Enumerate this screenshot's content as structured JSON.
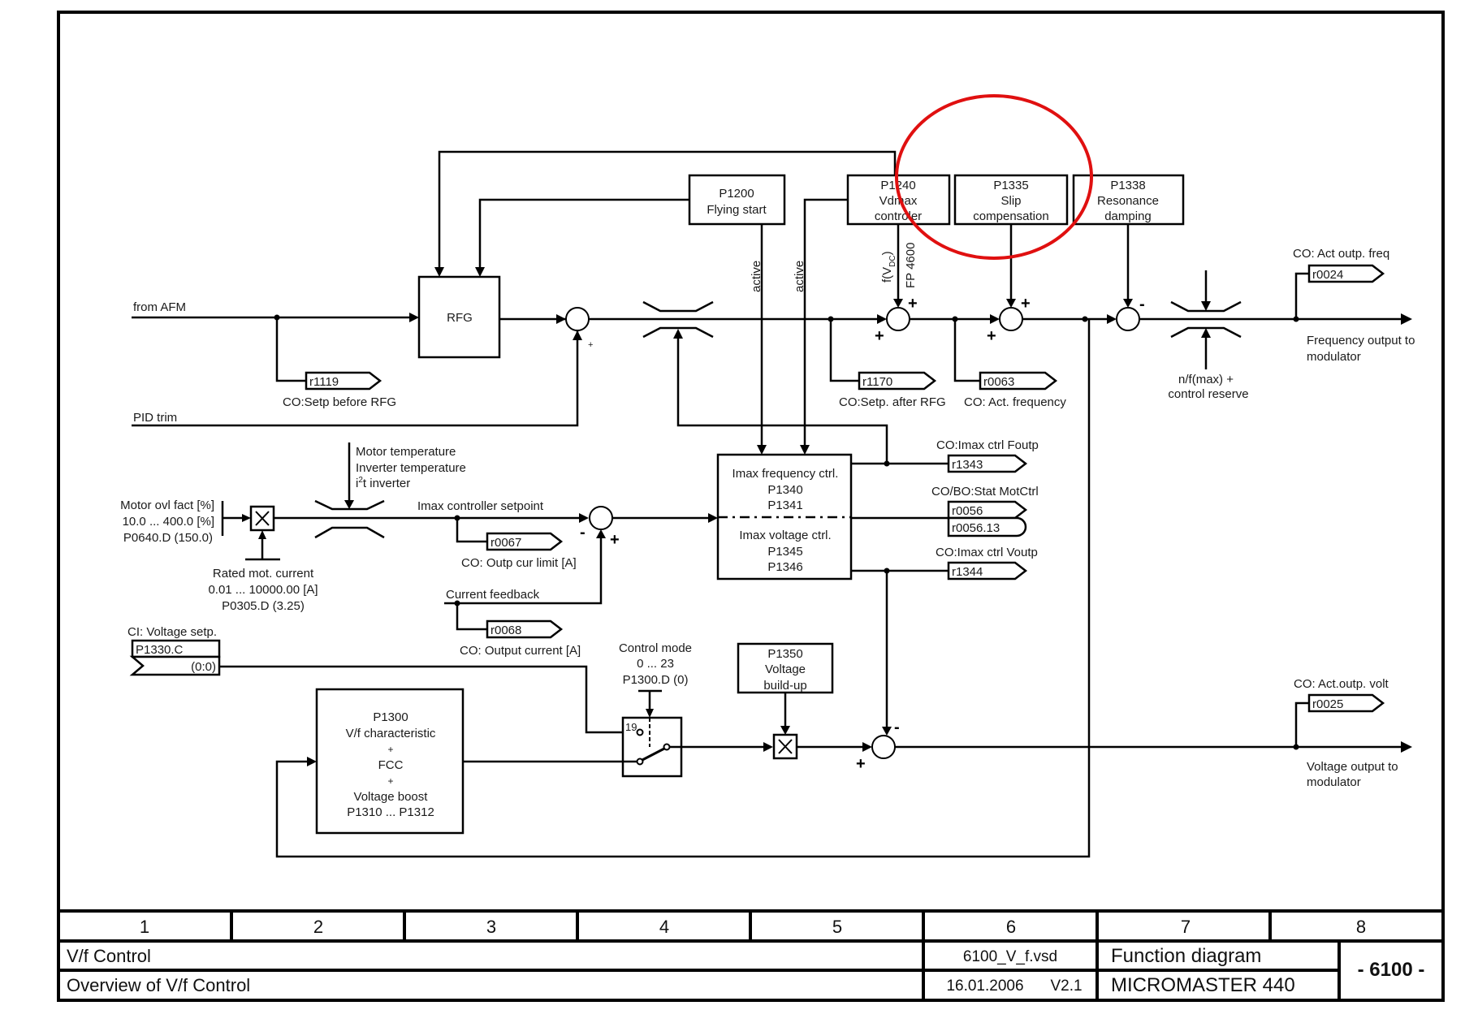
{
  "title_block": {
    "columns": [
      "1",
      "2",
      "3",
      "4",
      "5",
      "6",
      "7",
      "8"
    ],
    "title": "V/f Control",
    "subtitle": "Overview of V/f Control",
    "file": "6100_V_f.vsd",
    "date": "16.01.2006",
    "version": "V2.1",
    "doc_type": "Function diagram",
    "product": "MICROMASTER 440",
    "sheet": "- 6100 -"
  },
  "inputs": {
    "from_afm": "from AFM",
    "pid_trim": "PID trim",
    "current_feedback": "Current feedback",
    "imax_setpoint": "Imax controller setpoint"
  },
  "blocks": {
    "rfg": "RFG",
    "p1200": [
      "P1200",
      "Flying start"
    ],
    "p1240": [
      "P1240",
      "Vdmax",
      "controler"
    ],
    "p1335": [
      "P1335",
      "Slip",
      "compensation"
    ],
    "p1338": [
      "P1338",
      "Resonance",
      "damping"
    ],
    "imax": [
      "Imax frequency ctrl.",
      "P1340",
      "P1341",
      "Imax voltage ctrl.",
      "P1345",
      "P1346"
    ],
    "p1350": [
      "P1350",
      "Voltage",
      "build-up"
    ],
    "p1300": [
      "P1300",
      "V/f characteristic",
      "+",
      "FCC",
      "+",
      "Voltage boost",
      "P1310 ... P1312"
    ]
  },
  "labels": {
    "active": "active",
    "f_vdc": "f(V",
    "f_vdc_sub": "DC",
    "fp4600": "FP 4600",
    "limit_inputs": [
      "Motor temperature",
      "Inverter temperature",
      "i",
      "2",
      "t inverter"
    ],
    "motor_ovl": [
      "Motor ovl fact [%]",
      "10.0 ... 400.0  [%]",
      "P0640.D (150.0)"
    ],
    "rated_current": [
      "Rated mot. current",
      "0.01 ... 10000.00  [A]",
      "P0305.D (3.25)"
    ],
    "freq_limit": [
      "n/f(max) +",
      "control reserve"
    ],
    "freq_out": [
      "Frequency output to",
      "modulator"
    ],
    "volt_out": [
      "Voltage output to",
      "modulator"
    ],
    "control_mode": [
      "Control mode",
      "0 ... 23",
      "P1300.D (0)"
    ],
    "switch_pos": "19",
    "voltage_setp": "CI: Voltage setp.",
    "p1330": "P1330.C",
    "p1330_val": "(0:0)",
    "plus": "+",
    "minus": "-"
  },
  "connectors": [
    {
      "id": "r1119",
      "label": "r1119",
      "caption": "CO:Setp before RFG"
    },
    {
      "id": "r1170",
      "label": "r1170",
      "caption": "CO:Setp. after RFG"
    },
    {
      "id": "r0063",
      "label": "r0063",
      "caption": "CO: Act. frequency"
    },
    {
      "id": "r0024",
      "label": "r0024",
      "caption": "CO: Act outp. freq"
    },
    {
      "id": "r0067",
      "label": "r0067",
      "caption": "CO: Outp cur limit [A]"
    },
    {
      "id": "r0068",
      "label": "r0068",
      "caption": "CO: Output current [A]"
    },
    {
      "id": "r1343",
      "label": "r1343",
      "caption": "CO:Imax ctrl Foutp"
    },
    {
      "id": "r0056",
      "label": "r0056",
      "caption": "CO/BO:Stat MotCtrl"
    },
    {
      "id": "r0056_13",
      "label": "r0056.13",
      "caption": ""
    },
    {
      "id": "r1344",
      "label": "r1344",
      "caption": "CO:Imax ctrl Voutp"
    },
    {
      "id": "r0025",
      "label": "r0025",
      "caption": "CO: Act.outp. volt"
    }
  ],
  "annotation": {
    "type": "red-circle",
    "highlights": "P1335 Slip compensation",
    "color": "#e01010"
  }
}
